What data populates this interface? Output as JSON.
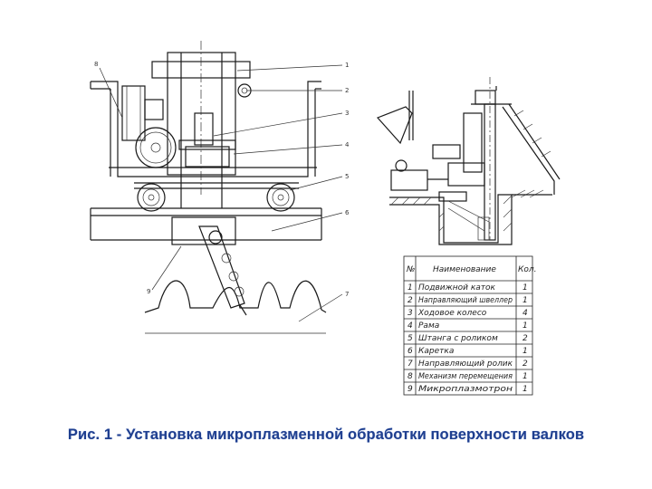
{
  "caption": "Рис. 1 - Установка микроплазменной обработки поверхности валков",
  "table": {
    "headers": [
      "№",
      "Наименование",
      "Кол."
    ],
    "rows": [
      {
        "n": "1",
        "name": "Подвижной каток",
        "qty": "1"
      },
      {
        "n": "2",
        "name": "Направляющий швеллер",
        "qty": "1"
      },
      {
        "n": "3",
        "name": "Ходовое колесо",
        "qty": "4"
      },
      {
        "n": "4",
        "name": "Рама",
        "qty": "1"
      },
      {
        "n": "5",
        "name": "Штанга с роликом",
        "qty": "2"
      },
      {
        "n": "6",
        "name": "Каретка",
        "qty": "1"
      },
      {
        "n": "7",
        "name": "Направляющий ролик",
        "qty": "2"
      },
      {
        "n": "8",
        "name": "Механизм перемещения",
        "qty": "1"
      },
      {
        "n": "9",
        "name": "Микроплазмотрон",
        "qty": "1"
      }
    ]
  },
  "leader_labels": [
    "1",
    "2",
    "3",
    "4",
    "5",
    "6",
    "7",
    "8",
    "9"
  ]
}
